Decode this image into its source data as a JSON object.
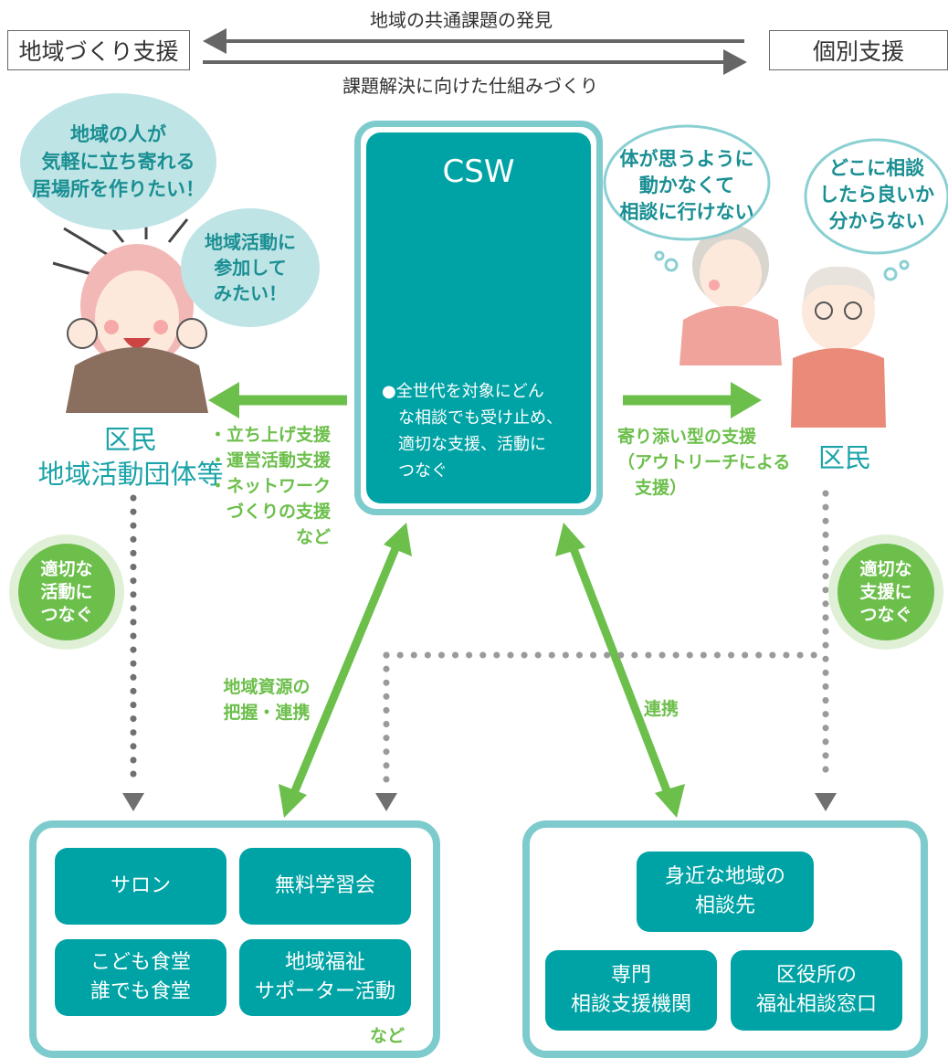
{
  "top": {
    "left_label": "地域づくり支援",
    "right_label": "個別支援",
    "arrow_top_text": "地域の共通課題の発見",
    "arrow_bottom_text": "課題解決に向けた仕組みづくり"
  },
  "left": {
    "bubble_large": "地域の人が\n気軽に立ち寄れる\n居場所を作りたい！",
    "bubble_small": "地域活動に\n参加して\nみたい！",
    "heading": "区民\n地域活動団体等",
    "support_list": "・立ち上げ支援\n・運営活動支援\n・ネットワーク\n　づくりの支援\n　　　　　など",
    "badge": "適切な\n活動に\nつなぐ"
  },
  "center": {
    "title": "CSW",
    "description": "●全世代を対象にどん\n　な相談でも受け止め、\n　適切な支援、活動に\n　つなぐ"
  },
  "right": {
    "cloud_left": "体が思うように\n動かなくて\n相談に行けない",
    "cloud_right": "どこに相談\nしたら良いか\n分からない",
    "heading": "区民",
    "support_text": "寄り添い型の支援\n（アウトリーチによる\n　支援）",
    "badge": "適切な\n支援に\nつなぐ"
  },
  "middle": {
    "resource_label": "地域資源の\n把握・連携",
    "cooperation_label": "連携"
  },
  "bottom_left": {
    "tiles": [
      "サロン",
      "無料学習会",
      "こども食堂\n誰でも食堂",
      "地域福祉\nサポーター活動"
    ],
    "note": "など"
  },
  "bottom_right": {
    "tiles": [
      "身近な地域の\n相談先",
      "専門\n相談支援機関",
      "区役所の\n福祉相談窓口"
    ]
  },
  "colors": {
    "teal": "#00a3a5",
    "teal_border": "#7ecbce",
    "green": "#6cbf4b",
    "bubble": "#bfe4e6"
  }
}
